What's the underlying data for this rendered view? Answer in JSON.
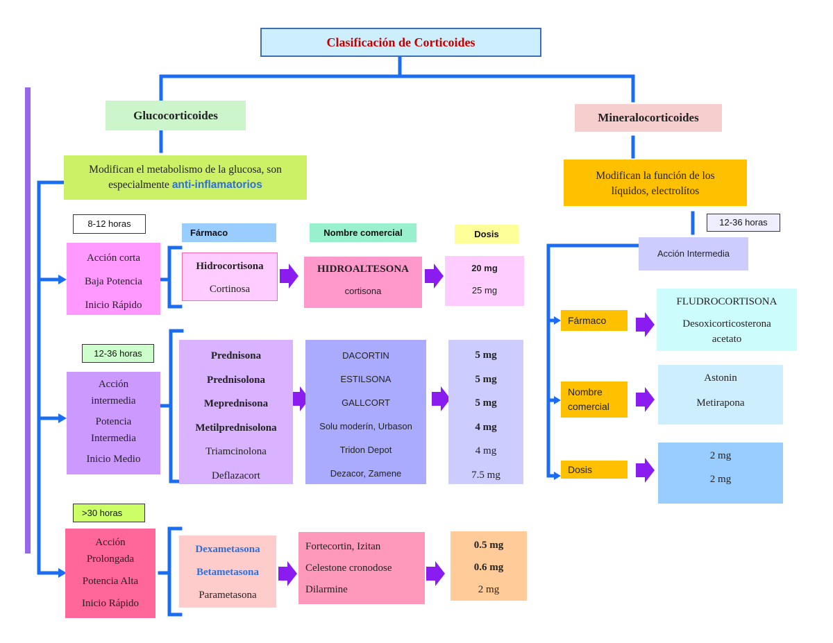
{
  "title": "Clasificación de Corticoides",
  "gluco": {
    "title": "Glucocorticoides",
    "desc_plain": "Modifican el metabolismo de la glucosa, son especialmente",
    "desc_highlight": "anti-inflamatorios"
  },
  "mineral": {
    "title": "Mineralocorticoides",
    "desc": "Modifican la función de los líquidos, electrolítos",
    "duration": "12-36 horas",
    "action": "Acción Intermedia",
    "labels": [
      "Fármaco",
      "Nombre comercial",
      "Dosis"
    ],
    "drugs": [
      "FLUDROCORTISONA",
      "Desoxicorticosterona acetato"
    ],
    "brands": [
      "Astonin",
      "Metirapona"
    ],
    "doses": [
      "2 mg",
      "2 mg"
    ]
  },
  "headers": {
    "drug": "Fármaco",
    "brand": "Nombre comercial",
    "dose": "Dosis"
  },
  "groups": [
    {
      "duration": "8-12 horas",
      "props": [
        "Acción corta",
        "Baja Potencia",
        "Inicio Rápido"
      ],
      "drugs": [
        "Hidrocortisona",
        "Cortinosa"
      ],
      "brands": [
        "HIDROALTESONA",
        "cortisona"
      ],
      "doses": [
        "20 mg",
        "25 mg"
      ]
    },
    {
      "duration": "12-36 horas",
      "props": [
        "Acción intermedia",
        "Potencia Intermedia",
        "Inicio Medio"
      ],
      "drugs": [
        "Prednisona",
        "Prednisolona",
        "Meprednisona",
        "Metilprednisolona",
        "Triamcinolona",
        "Deflazacort"
      ],
      "brands": [
        "DACORTIN",
        "ESTILSONA",
        "GALLCORT",
        "Solu moderín, Urbason",
        "Tridon Depot",
        "Dezacor, Zamene"
      ],
      "doses": [
        "5 mg",
        "5 mg",
        "5 mg",
        "4 mg",
        "4 mg",
        "7.5 mg"
      ]
    },
    {
      "duration": ">30 horas",
      "props": [
        "Acción Prolongada",
        "Potencia Alta",
        "Inicio Rápido"
      ],
      "drugs": [
        "Dexametasona",
        "Betametasona",
        "Parametasona"
      ],
      "brands": [
        "Fortecortin, Izitan",
        "Celestone cronodose",
        "Dilarmine"
      ],
      "doses": [
        "0.5 mg",
        "0.6 mg",
        "2 mg"
      ]
    }
  ],
  "colors": {
    "connector": "#1a6cf0",
    "arrow": "#8a1cf0",
    "title_text": "#c00000"
  }
}
